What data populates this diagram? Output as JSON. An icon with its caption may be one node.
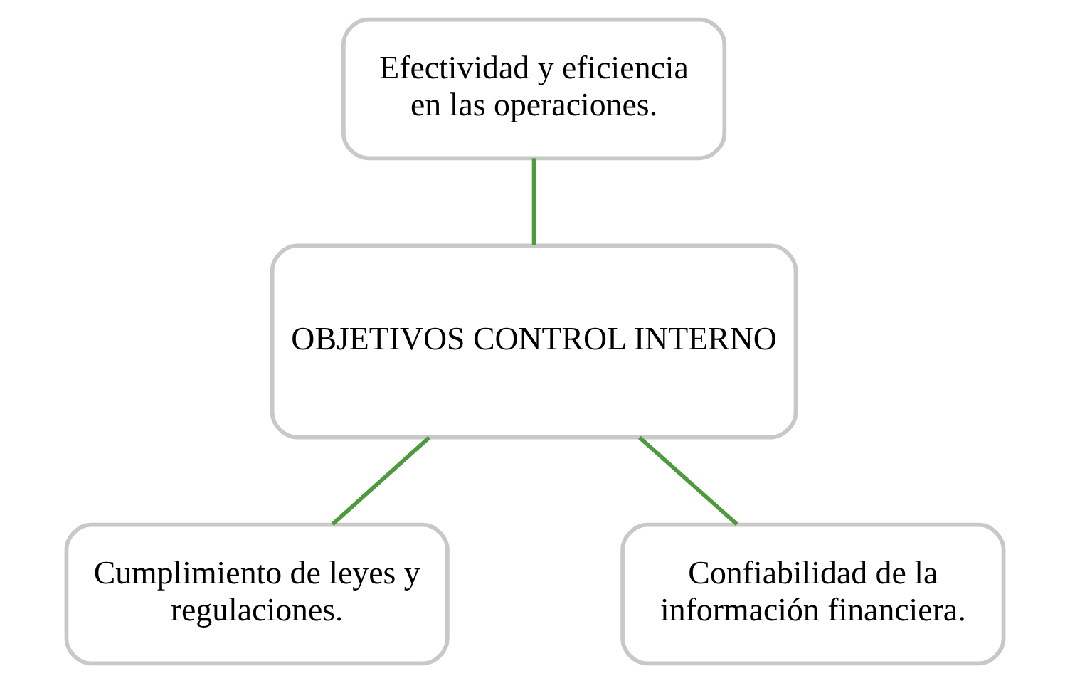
{
  "diagram": {
    "nodes": [
      {
        "text": [
          "Efectividad y eficiencia en las operaciones."
        ]
      },
      {
        "text": [
          "OBJETIVOS CONTROL INTERNO"
        ]
      },
      {
        "text": [
          "Cumplimiento de leyes y regulaciones."
        ]
      },
      {
        "text": [
          "Confiabilidad de la información financiera."
        ]
      }
    ],
    "edges": [
      {
        "from": 0,
        "to": 1,
        "arrow": "none"
      },
      {
        "from": 1,
        "to": 2,
        "arrow": "none"
      },
      {
        "from": 1,
        "to": 3,
        "arrow": "none"
      }
    ]
  }
}
